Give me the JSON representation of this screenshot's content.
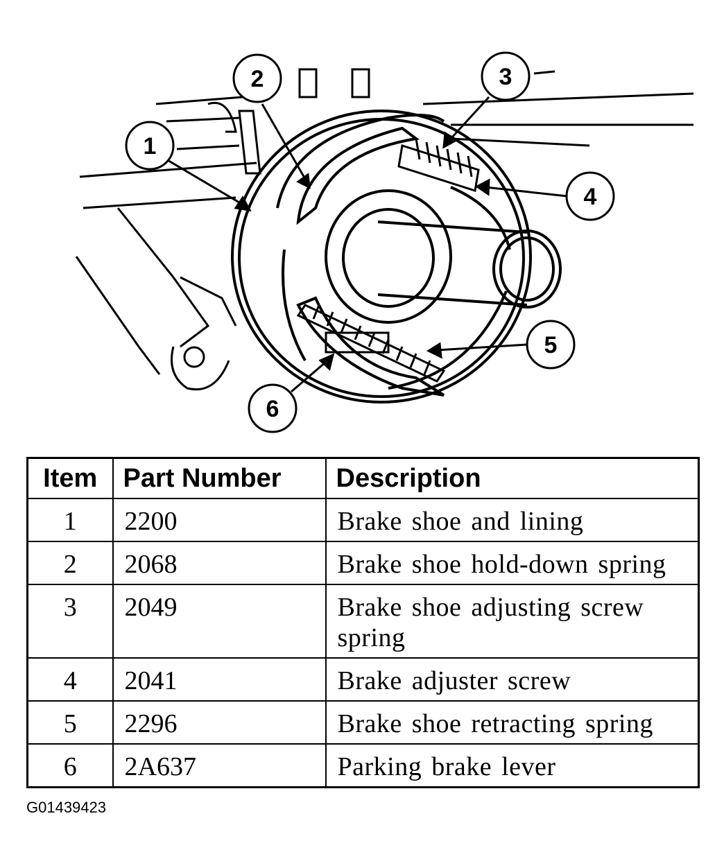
{
  "callouts": [
    "1",
    "2",
    "3",
    "4",
    "5",
    "6"
  ],
  "table": {
    "headers": {
      "item": "Item",
      "part_number": "Part Number",
      "description": "Description"
    },
    "rows": [
      {
        "item": "1",
        "part_number": "2200",
        "description": "Brake shoe and lining"
      },
      {
        "item": "2",
        "part_number": "2068",
        "description": "Brake shoe hold-down spring"
      },
      {
        "item": "3",
        "part_number": "2049",
        "description": "Brake shoe adjusting screw spring"
      },
      {
        "item": "4",
        "part_number": "2041",
        "description": "Brake adjuster screw"
      },
      {
        "item": "5",
        "part_number": "2296",
        "description": "Brake shoe retracting spring"
      },
      {
        "item": "6",
        "part_number": "2A637",
        "description": "Parking brake lever"
      }
    ]
  },
  "figure_code": "G01439423"
}
